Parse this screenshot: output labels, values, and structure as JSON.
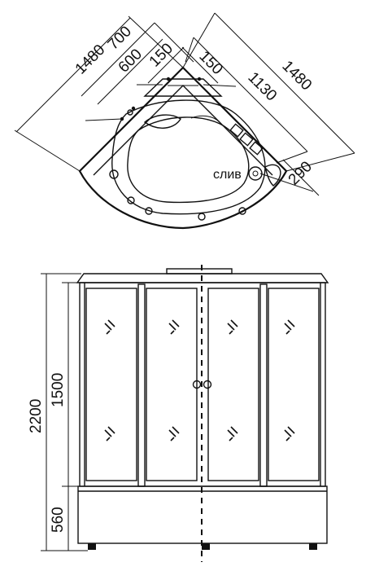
{
  "top_view": {
    "dim_1480_left": "1480",
    "dim_700": "700",
    "dim_600": "600",
    "dim_150_left": "150",
    "dim_150_right": "150",
    "dim_1130": "1130",
    "dim_1480_right": "1480",
    "dim_290": "290",
    "drain_label": "слив"
  },
  "front_view": {
    "dim_2200": "2200",
    "dim_1500": "1500",
    "dim_560": "560"
  }
}
